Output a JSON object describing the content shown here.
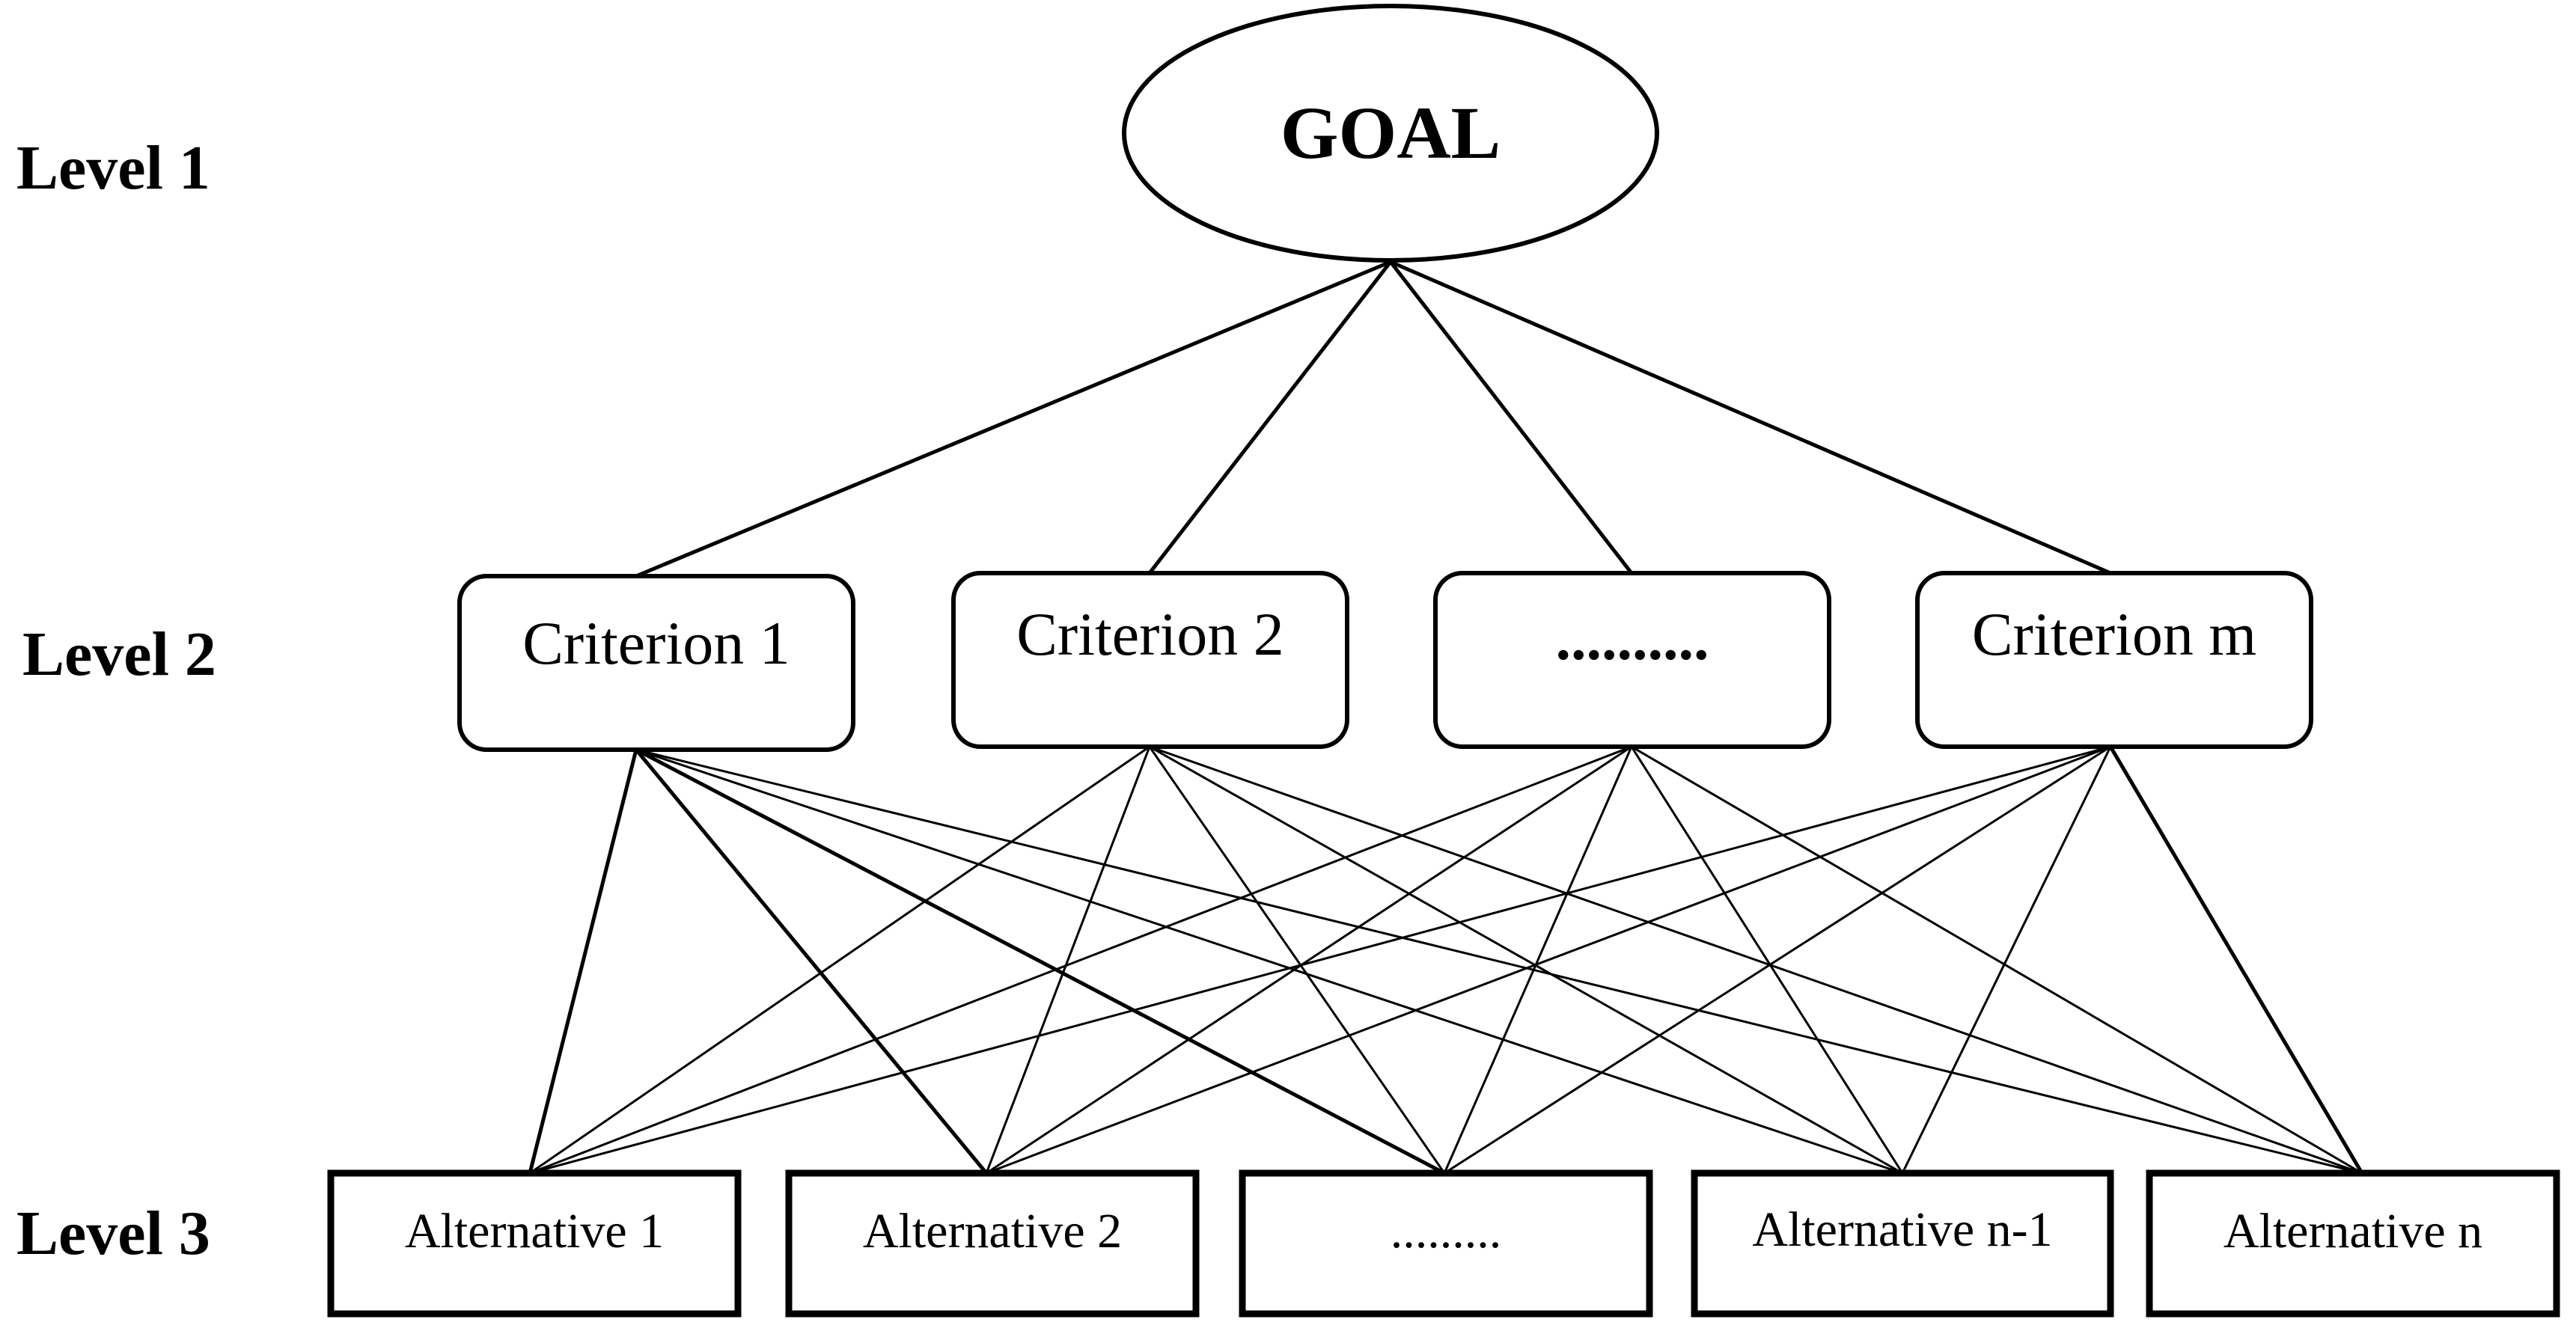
{
  "levels": {
    "level1": "Level 1",
    "level2": "Level 2",
    "level3": "Level 3"
  },
  "goal": {
    "label": "GOAL"
  },
  "criteria": [
    {
      "label": "Criterion 1"
    },
    {
      "label": "Criterion 2"
    },
    {
      "label": ".........."
    },
    {
      "label": "Criterion m"
    }
  ],
  "alternatives": [
    {
      "label": "Alternative 1"
    },
    {
      "label": "Alternative 2"
    },
    {
      "label": "........."
    },
    {
      "label": "Alternative n-1"
    },
    {
      "label": "Alternative n"
    }
  ],
  "connections": {
    "goal_to_criteria": "all",
    "criteria_to_alternatives": "all"
  },
  "colors": {
    "stroke": "#000000",
    "background": "#ffffff"
  }
}
